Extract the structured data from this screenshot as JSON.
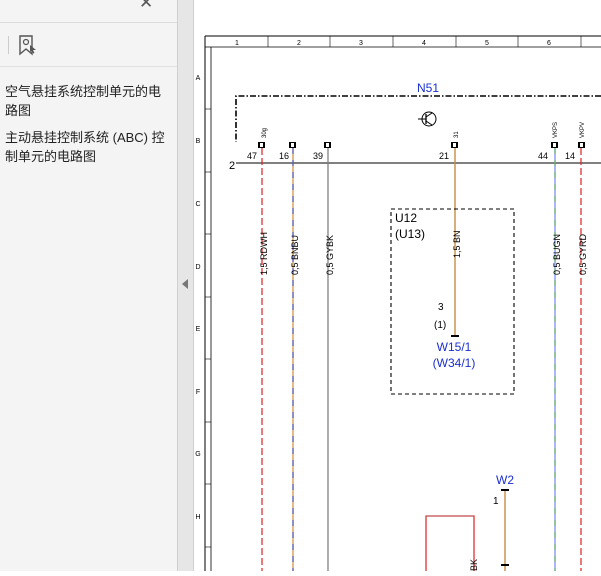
{
  "sidebar": {
    "close_glyph": "✕",
    "bookmark_tool_icon": "bookmark-icon",
    "bookmarks": [
      {
        "label": "空气悬挂系统控制单元的电路图"
      },
      {
        "label": "主动悬挂控制系统 (ABC) 控制单元的电路图"
      }
    ]
  },
  "diagram": {
    "columns": [
      "1",
      "2",
      "3",
      "4",
      "5",
      "6"
    ],
    "rows": [
      "A",
      "B",
      "C",
      "D",
      "E",
      "F",
      "G",
      "H"
    ],
    "component_main": "N51",
    "row_b_index": "2",
    "pin_labels": [
      "30g",
      "31",
      "VKPS",
      "VKPV"
    ],
    "pins": [
      "47",
      "16",
      "39",
      "21",
      "44",
      "14"
    ],
    "wires": [
      "1,5 RDWH",
      "0,5 BNBU",
      "0,5 GYBK",
      "1,5 BN",
      "0,5 BUGN",
      "0,5 GYRD"
    ],
    "component_u12": "U12",
    "component_u13": "(U13)",
    "connector_pin": "3",
    "connector_pin_alt": "(1)",
    "splice_w15": "W15/1",
    "splice_w34": "(W34/1)",
    "ground_w2": "W2",
    "ground_pin": "1",
    "partial_wire": "BK",
    "colors": {
      "component_label": "#1a2fd1",
      "wire_red": "#e02020",
      "wire_blue": "#3344cc",
      "wire_brown": "#c88c40",
      "wire_gray": "#777777",
      "wire_green": "#55b055"
    }
  }
}
